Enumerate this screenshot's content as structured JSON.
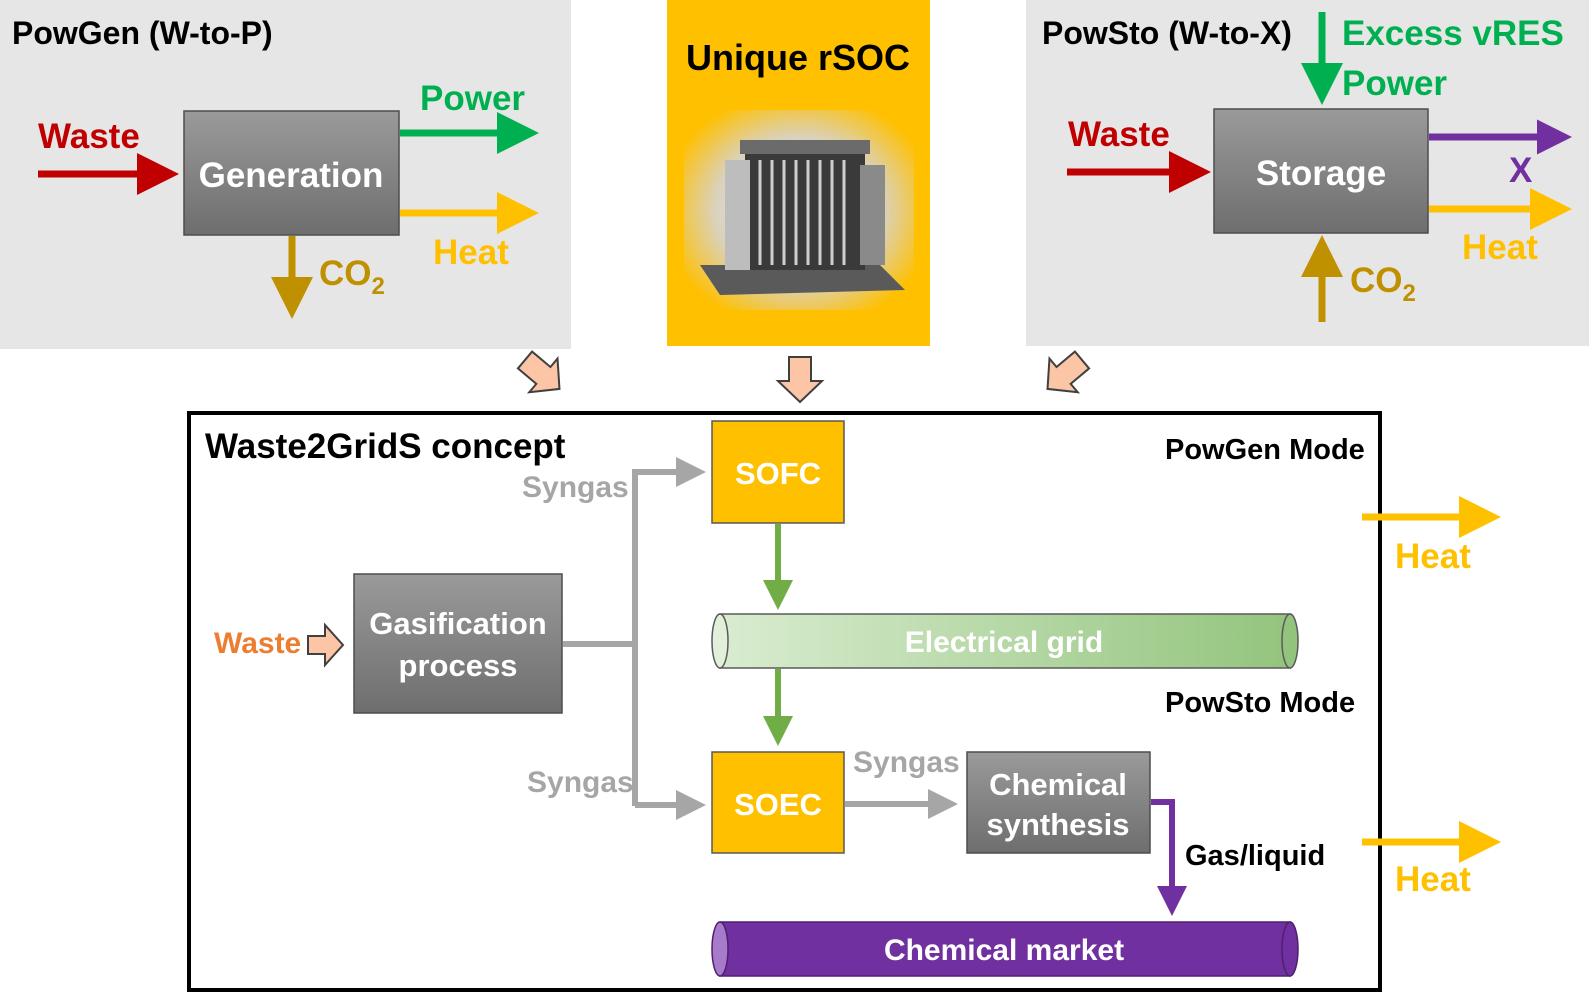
{
  "colors": {
    "red": "#c00000",
    "green": "#00b050",
    "orange": "#ffc000",
    "gold": "#bf9000",
    "purple": "#7030a0",
    "grey_arrow": "#a6a6a6",
    "waste_orange": "#ed7d31",
    "peach": "#fbc5a6"
  },
  "powgen": {
    "title": "PowGen (W-to-P)",
    "waste": "Waste",
    "box": "Generation",
    "power": "Power",
    "heat": "Heat",
    "co2": "CO",
    "co2_sub": "2"
  },
  "rsoc": {
    "title": "Unique rSOC"
  },
  "powsto": {
    "title": "PowSto (W-to-X)",
    "excess_line1": "Excess vRES",
    "excess_line2": "Power",
    "waste": "Waste",
    "box": "Storage",
    "x": "X",
    "heat": "Heat",
    "co2": "CO",
    "co2_sub": "2"
  },
  "concept": {
    "title": "Waste2GridS concept",
    "powgen_mode": "PowGen Mode",
    "powsto_mode": "PowSto Mode",
    "waste": "Waste",
    "gasification_line1": "Gasification",
    "gasification_line2": "process",
    "syngas_top": "Syngas",
    "syngas_bottom": "Syngas",
    "syngas_mid": "Syngas",
    "sofc": "SOFC",
    "soec": "SOEC",
    "grid": "Electrical grid",
    "chem_line1": "Chemical",
    "chem_line2": "synthesis",
    "gas_liquid": "Gas/liquid",
    "market": "Chemical market",
    "heat_top": "Heat",
    "heat_bottom": "Heat"
  }
}
